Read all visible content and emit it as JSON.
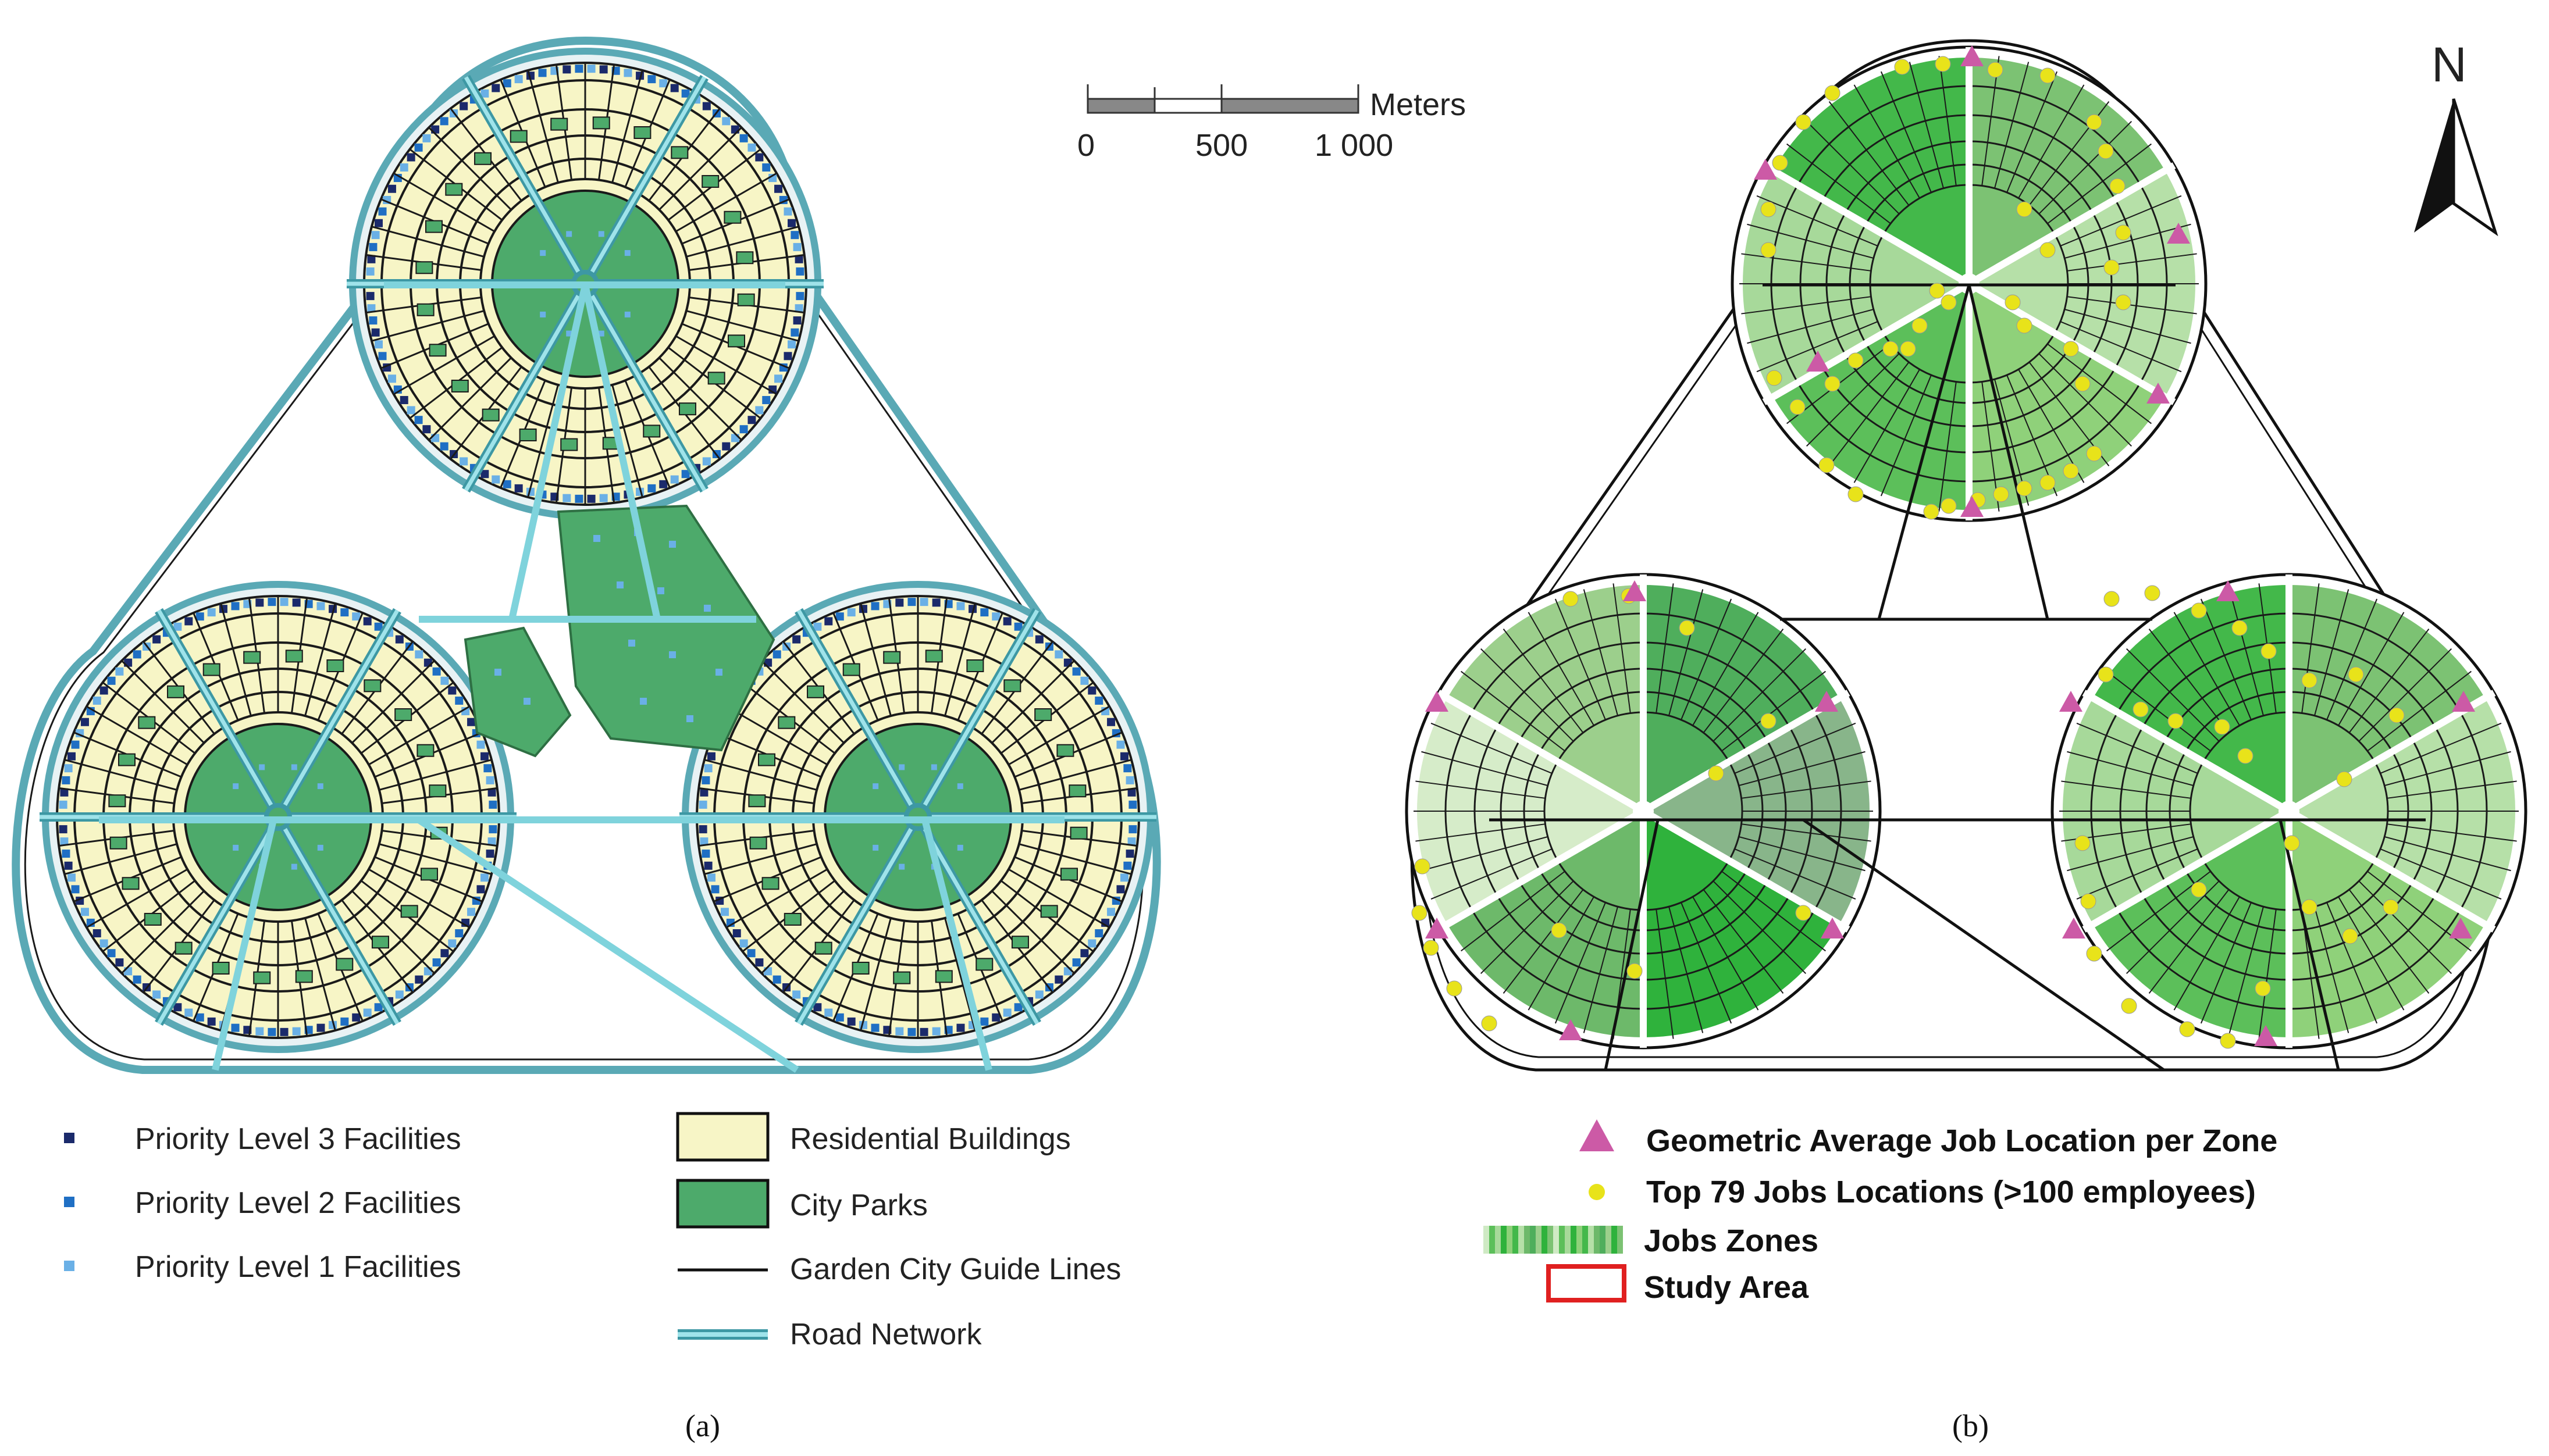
{
  "panel_a": {
    "caption": "(a)",
    "scale_bar": {
      "ticks": [
        "0",
        "500",
        "1 000"
      ],
      "unit": "Meters"
    },
    "legend": {
      "priority_level_3": "Priority Level 3 Facilities",
      "priority_level_2": "Priority Level 2 Facilities",
      "priority_level_1": "Priority Level 1 Facilities",
      "residential": "Residential Buildings",
      "parks": "City Parks",
      "guide_lines": "Garden City Guide Lines",
      "roads": "Road Network"
    }
  },
  "panel_b": {
    "caption": "(b)",
    "north_label": "N",
    "legend": {
      "avg_job": "Geometric Average Job Location per Zone",
      "top_jobs": "Top 79 Jobs Locations (>100 employees)",
      "job_zones": "Jobs Zones",
      "study_area": "Study Area"
    }
  },
  "colors": {
    "residential": "#f7f5c6",
    "park": "#4daa6b",
    "road": "#7fd3dc",
    "priority_3": "#1b2a6b",
    "priority_2": "#1f6fc4",
    "priority_1": "#6ab0e6",
    "job_point": "#e8e31a",
    "avg_point": "#cc5aa6",
    "study_area": "#e02020"
  }
}
